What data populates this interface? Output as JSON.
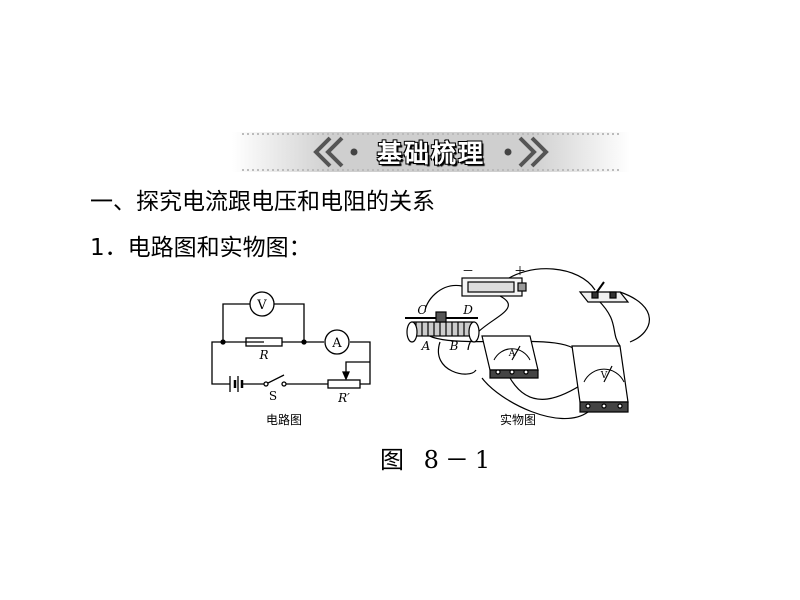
{
  "banner": {
    "title": "基础梳理"
  },
  "section": {
    "heading": "一、探究电流跟电压和电阻的关系"
  },
  "item": {
    "text": "1．电路图和实物图："
  },
  "figure": {
    "circuit_label": "电路图",
    "physical_label": "实物图",
    "caption": "图 8－1",
    "symbols": {
      "voltmeter": "V",
      "ammeter": "A",
      "resistor": "R",
      "switch": "S",
      "rheostat": "R′",
      "terminal_c": "C",
      "terminal_d": "D",
      "terminal_a": "A",
      "terminal_b": "B",
      "minus": "－",
      "plus": "＋"
    }
  }
}
